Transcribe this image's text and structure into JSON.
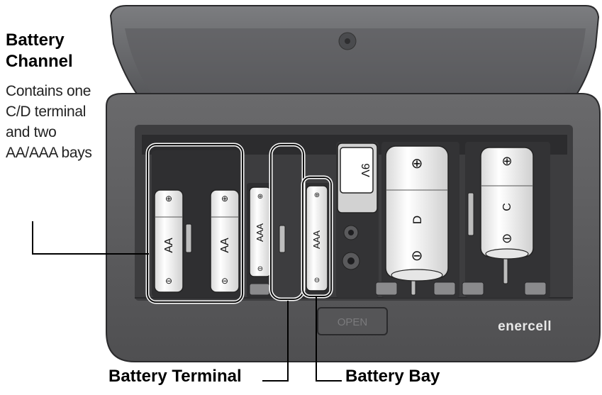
{
  "callouts": {
    "battery_channel": {
      "title": "Battery Channel",
      "description": "Contains one C/D terminal and two AA/AAA bays"
    },
    "battery_terminal": {
      "label": "Battery Terminal"
    },
    "battery_bay": {
      "label": "Battery Bay"
    }
  },
  "device": {
    "brand": "enercell",
    "open_button_label": "OPEN",
    "batteries": [
      {
        "type": "AA",
        "plus": "⊕",
        "minus": "⊖"
      },
      {
        "type": "AA",
        "plus": "⊕",
        "minus": "⊖"
      },
      {
        "type": "AAA",
        "plus": "⊕",
        "minus": "⊖"
      },
      {
        "type": "AAA",
        "plus": "⊕",
        "minus": "⊖"
      },
      {
        "type": "9V"
      },
      {
        "type": "D",
        "plus": "⊕",
        "minus": "⊖"
      },
      {
        "type": "C",
        "plus": "⊕",
        "minus": "⊖"
      }
    ]
  },
  "colors": {
    "body": "#5e5e60",
    "body_dark": "#3b3b3d",
    "lid": "#6e6f72",
    "battery": "#f4f4f4",
    "outline": "#111111"
  }
}
